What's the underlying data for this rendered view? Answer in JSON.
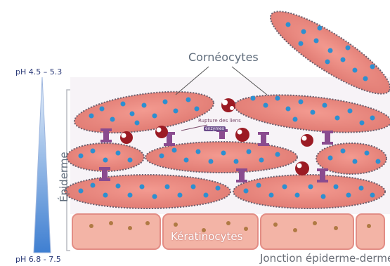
{
  "labels": {
    "ph_top": "pH 4.5 – 5.3",
    "ph_bottom": "pH 6.8 - 7.5",
    "corneocytes": "Cornéocytes",
    "epiderme": "Épiderme",
    "keratinocytes": "Kératinocytes",
    "jonction": "Jonction épiderme-derme",
    "rupture": "Rupture des liens",
    "enzymes": "enzymes"
  },
  "colors": {
    "cell_fill": "#e8847d",
    "cell_fill_light": "#f3b4a6",
    "nucleus": "#2d8fd0",
    "dots": "#cf8a3a",
    "desmosome": "#8a4b8f",
    "ph_gradient_top": "#e8f1fb",
    "ph_gradient_bottom": "#3f7fd1"
  }
}
